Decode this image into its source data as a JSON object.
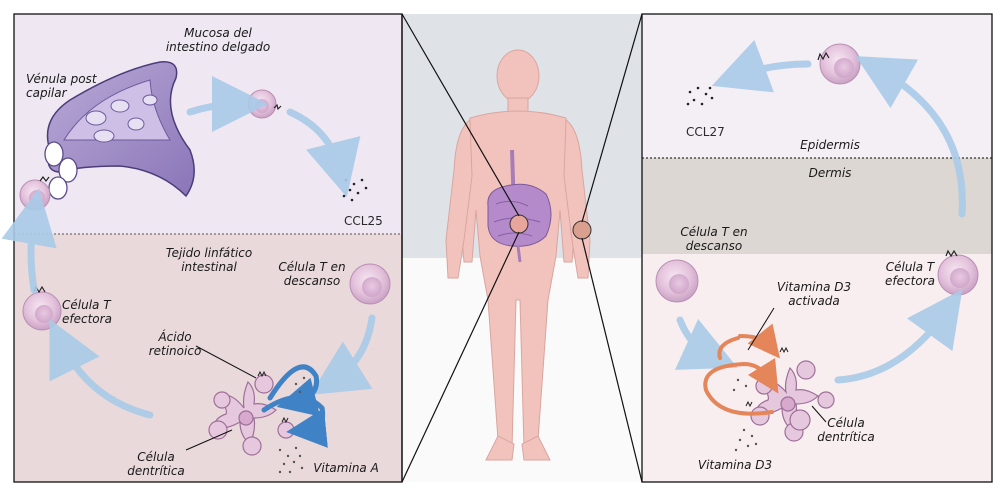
{
  "left_panel": {
    "mucosa_label": "Mucosa del\nintestino delgado",
    "venule_label": "Vénula post\ncapilar",
    "ccl25_label": "CCL25",
    "lymph_label": "Tejido linfático\nintestinal",
    "resting_t_label": "Célula T en\ndescanso",
    "effector_t_label": "Célula T\nefectora",
    "retinoic_label": "Ácido\nretinoico",
    "dendritic_label": "Célula\ndentrítica",
    "vitamin_a_label": "Vitamina A"
  },
  "right_panel": {
    "ccl27_label": "CCL27",
    "epidermis_label": "Epidermis",
    "dermis_label": "Dermis",
    "resting_t_label": "Célula T en\ndescanso",
    "effector_t_label": "Célula T\nefectora",
    "vitamin_d3_active_label": "Vitamina D3\nactivada",
    "dendritic_label": "Célula\ndentrítica",
    "vitamin_d3_label": "Vitamina D3"
  },
  "colors": {
    "upper_left_bg": "#efe8f3",
    "lower_left_bg": "#e9d9db",
    "right_upper_bg": "#f4eef5",
    "right_mid_bg": "#ddd7d3",
    "right_lower_bg": "#f8eef0",
    "center_top_bg": "#dfe3e8",
    "body_fill": "#f2c3bd",
    "gut_fill": "#b58acb",
    "arrow_light": "#a9cbe8",
    "arrow_blue": "#3f82c6",
    "arrow_orange": "#e5855a",
    "cell_fill": "#e6c8de"
  }
}
